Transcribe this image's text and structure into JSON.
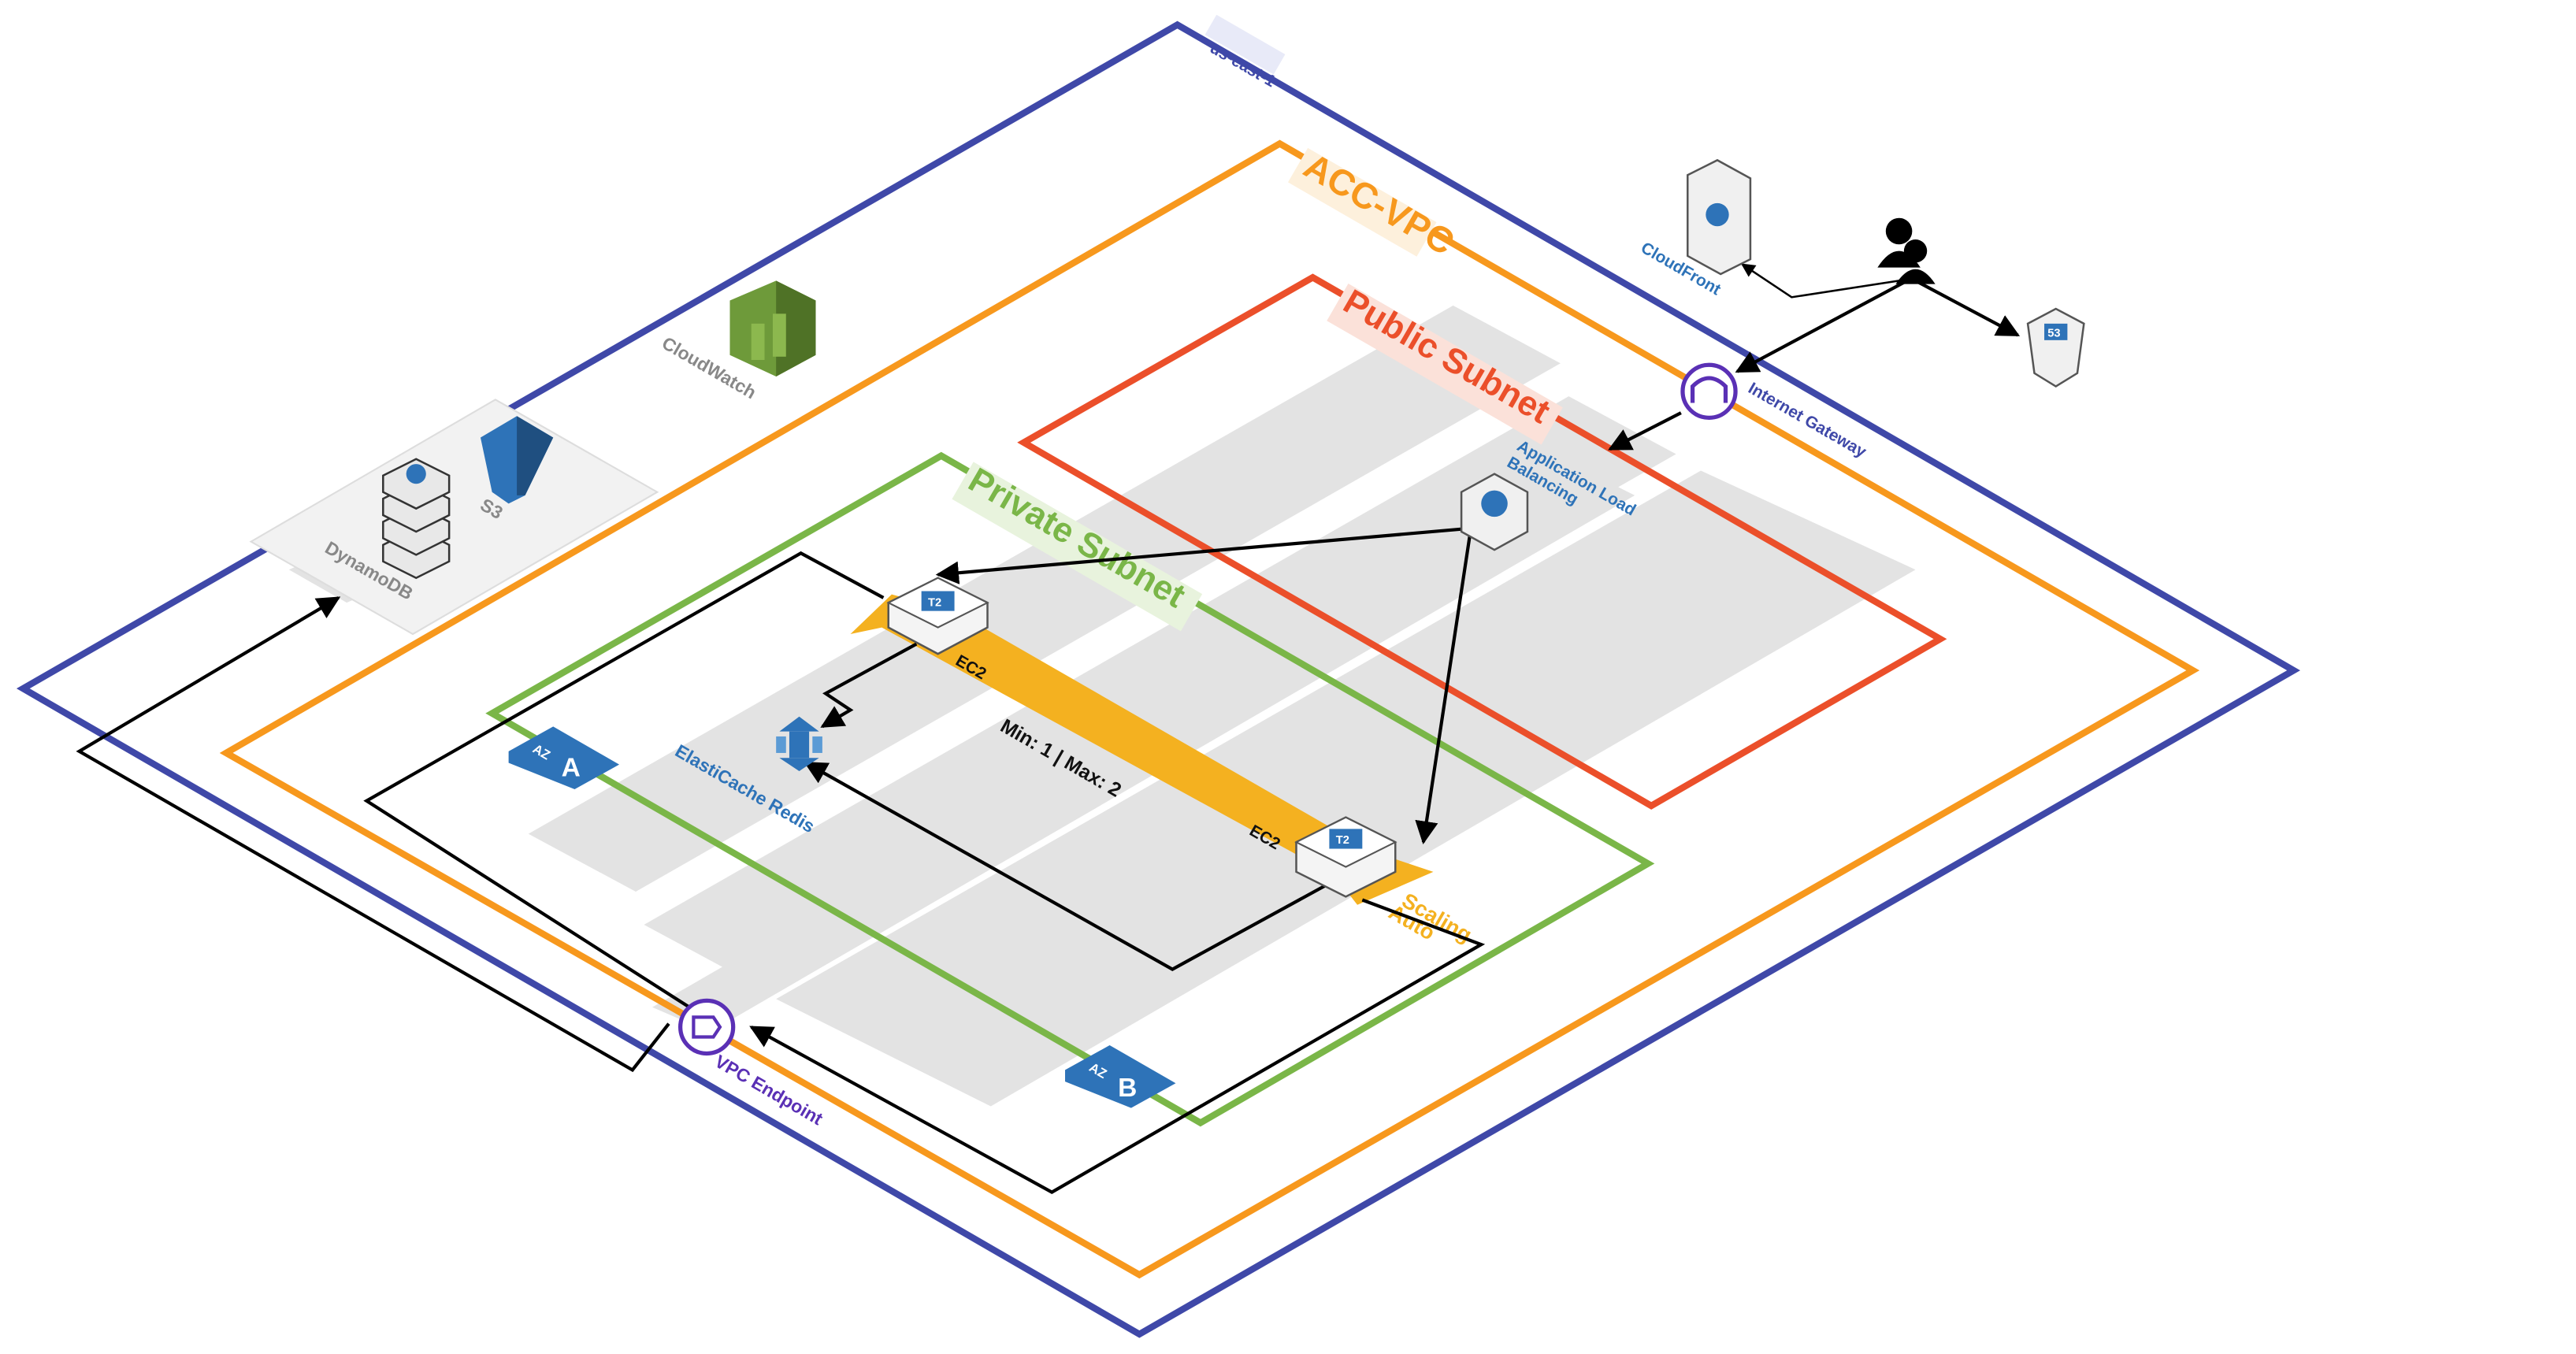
{
  "labels": {
    "region": "us-east-1",
    "vpc": "ACC-VPC",
    "public_subnet": "Public Subnet",
    "private_subnet": "Private Subnet",
    "cloudwatch": "CloudWatch",
    "dynamodb": "DynamoDB",
    "s3": "S3",
    "cloudfront": "CloudFront",
    "route53": "53",
    "internet_gateway": "Internet Gateway",
    "alb_line1": "Application Load",
    "alb_line2": "Balancing",
    "elasticache": "ElastiCache Redis",
    "ec2": "EC2",
    "t2": "T2",
    "min_max": "Min: 1 | Max: 2",
    "auto_line1": "Auto",
    "auto_line2": "Scaling",
    "az": "AZ",
    "az_a": "A",
    "az_b": "B",
    "vpc_endpoint": "VPC Endpoint"
  },
  "colors": {
    "region_border": "#3F48A8",
    "vpc_border": "#F7981D",
    "public_subnet_border": "#EB4F2A",
    "private_subnet_border": "#7AB648",
    "autoscaling_arrow": "#F4B120",
    "endpoint": "#5A30B5",
    "service_blue": "#2E73B8",
    "cloudwatch_green": "#6E9A3A"
  }
}
